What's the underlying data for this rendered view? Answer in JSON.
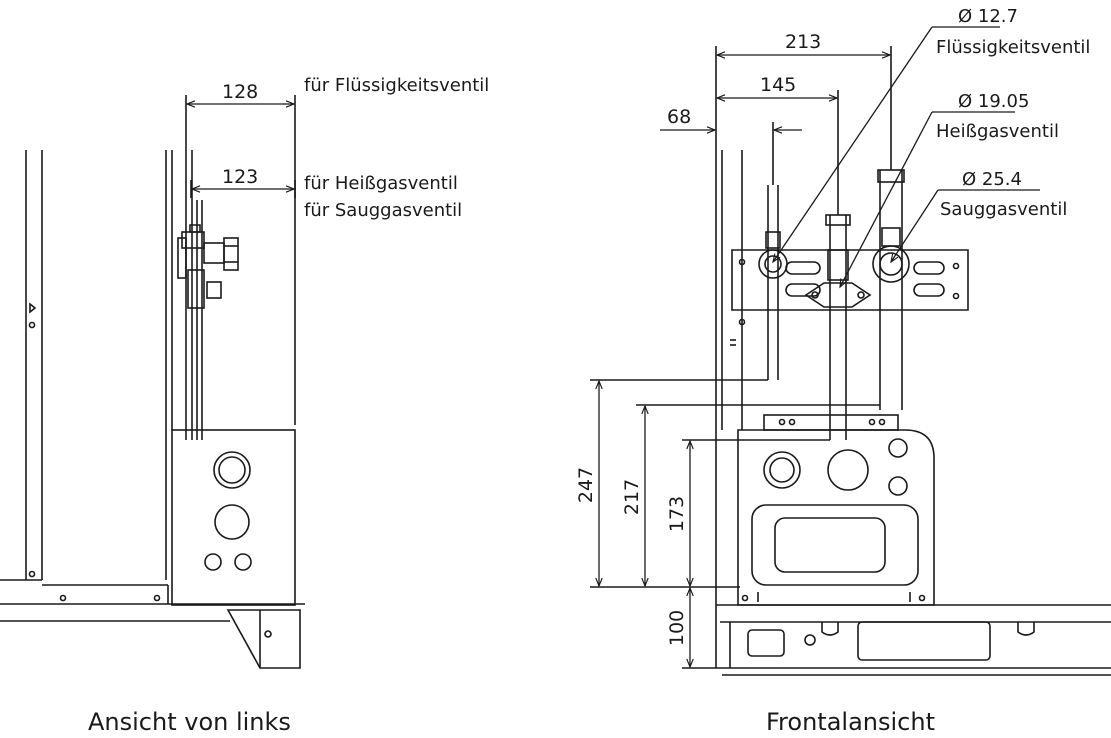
{
  "left_view": {
    "caption": "Ansicht von links",
    "dims": {
      "d128": "128",
      "d123": "123"
    },
    "labels": {
      "liquid": "für Flüssigkeitsventil",
      "hotgas": "für Heißgasventil",
      "suction": "für Sauggasventil"
    }
  },
  "front_view": {
    "caption": "Frontalansicht",
    "dims": {
      "d213": "213",
      "d145": "145",
      "d68": "68",
      "d247": "247",
      "d217": "217",
      "d173": "173",
      "d100": "100"
    },
    "valves": [
      {
        "diameter": "Ø 12.7",
        "name": "Flüssigkeitsventil"
      },
      {
        "diameter": "Ø 19.05",
        "name": "Heißgasventil"
      },
      {
        "diameter": "Ø 25.4",
        "name": "Sauggasventil"
      }
    ]
  }
}
